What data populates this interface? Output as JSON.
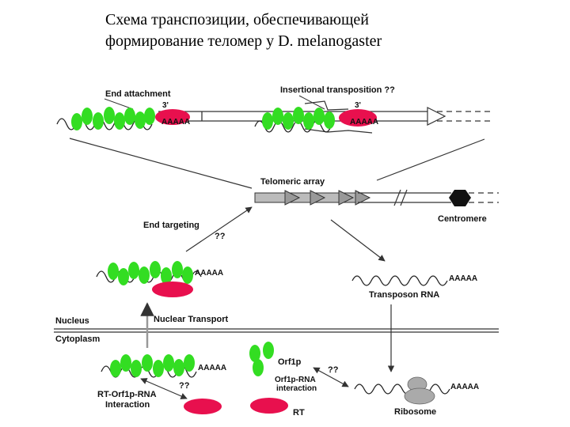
{
  "title": {
    "line1": "Схема транспозиции, обеспечивающей",
    "line2": "формирование теломер у D. melanogaster"
  },
  "labels": {
    "end_attachment": "End attachment",
    "insertional_transposition": "Insertional transposition ??",
    "three_prime_1": "3'",
    "three_prime_2": "3'",
    "polyA_1": "AAAAA",
    "polyA_2": "AAAAA",
    "telomeric_array": "Telomeric array",
    "centromere": "Centromere",
    "end_targeting": "End targeting",
    "qq_end_targeting": "??",
    "polyA_rnp": "AAAAA",
    "transposon_rna": "Transposon RNA",
    "polyA_transposon": "AAAAA",
    "nucleus": "Nucleus",
    "nuclear_transport": "Nuclear Transport",
    "cytoplasm": "Cytoplasm",
    "polyA_cyto": "AAAAA",
    "qq_rt": "??",
    "rt_orf1p_line1": "RT-Orf1p-RNA",
    "rt_orf1p_line2": "Interaction",
    "orf1p": "Orf1p",
    "qq_orf1p": "??",
    "orf1p_rna_line1": "Orf1p-RNA",
    "orf1p_rna_line2": "interaction",
    "rt": "RT",
    "polyA_ribosome": "AAAAA",
    "ribosome": "Ribosome"
  },
  "colors": {
    "orf1p": "#33dd22",
    "rt": "#e8104e",
    "array": "#bbbbbb",
    "centromere": "#111111"
  }
}
